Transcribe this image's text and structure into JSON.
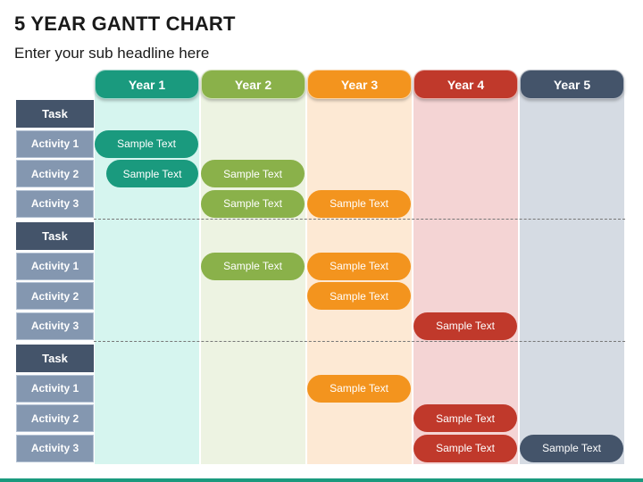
{
  "title": "5 YEAR GANTT CHART",
  "subtitle": "Enter your sub headline here",
  "years": [
    {
      "label": "Year 1",
      "color": "#1a9a7e",
      "bg": "#d6f5ef"
    },
    {
      "label": "Year 2",
      "color": "#8ab14a",
      "bg": "#edf3e2"
    },
    {
      "label": "Year 3",
      "color": "#f3941e",
      "bg": "#fde9d4"
    },
    {
      "label": "Year 4",
      "color": "#c0392b",
      "bg": "#f4d4d4"
    },
    {
      "label": "Year 5",
      "color": "#44546a",
      "bg": "#d5dbe3"
    }
  ],
  "groups": [
    {
      "task_label": "Task",
      "activities": [
        {
          "label": "Activity 1",
          "bars": [
            {
              "year": 1,
              "text": "Sample Text"
            }
          ]
        },
        {
          "label": "Activity 2",
          "bars": [
            {
              "year": 1,
              "text": "Sample Text"
            },
            {
              "year": 2,
              "text": "Sample Text"
            }
          ]
        },
        {
          "label": "Activity 3",
          "bars": [
            {
              "year": 2,
              "text": "Sample Text"
            },
            {
              "year": 3,
              "text": "Sample Text"
            }
          ]
        }
      ]
    },
    {
      "task_label": "Task",
      "activities": [
        {
          "label": "Activity 1",
          "bars": [
            {
              "year": 2,
              "text": "Sample Text"
            },
            {
              "year": 3,
              "text": "Sample Text"
            }
          ]
        },
        {
          "label": "Activity 2",
          "bars": [
            {
              "year": 3,
              "text": "Sample Text"
            }
          ]
        },
        {
          "label": "Activity 3",
          "bars": [
            {
              "year": 4,
              "text": "Sample Text"
            }
          ]
        }
      ]
    },
    {
      "task_label": "Task",
      "activities": [
        {
          "label": "Activity 1",
          "bars": [
            {
              "year": 3,
              "text": "Sample Text"
            }
          ]
        },
        {
          "label": "Activity 2",
          "bars": [
            {
              "year": 4,
              "text": "Sample Text"
            }
          ]
        },
        {
          "label": "Activity 3",
          "bars": [
            {
              "year": 4,
              "text": "Sample Text"
            },
            {
              "year": 5,
              "text": "Sample Text"
            }
          ]
        }
      ]
    }
  ]
}
